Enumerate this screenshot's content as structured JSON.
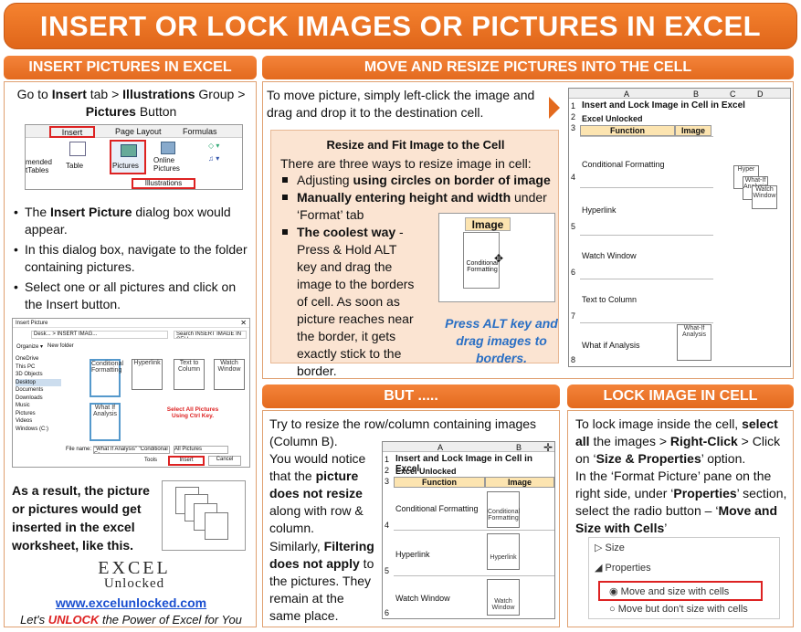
{
  "banner": "INSERT OR LOCK IMAGES OR PICTURES IN EXCEL",
  "s1": {
    "title": "INSERT PICTURES IN EXCEL",
    "intro_a": "Go to ",
    "intro_b": "Insert",
    "intro_c": " tab > ",
    "intro_d": "Illustrations",
    "intro_e": " Group > ",
    "intro_f": "Pictures",
    "intro_g": " Button",
    "ribbon": {
      "tab_insert": "Insert",
      "tab_page": "Page Layout",
      "tab_formulas": "Formulas",
      "btn_rec": "mended\ntTables",
      "btn_table": "Table",
      "btn_pictures": "Pictures",
      "btn_online": "Online\nPictures",
      "group": "Illustrations"
    },
    "b1a": "The ",
    "b1b": "Insert Picture",
    "b1c": " dialog box would appear.",
    "b2": "In this dialog box, navigate to the folder containing pictures.",
    "b3": "Select one or all pictures and click on the Insert button.",
    "dialog": {
      "title": "Insert Picture",
      "path": "Desk... > INSERT IMAG...",
      "search": "Search INSERT IMAGE IN CELL",
      "organize": "Organize ▾",
      "newfolder": "New folder",
      "nav": [
        "OneDrive",
        "This PC",
        "3D Objects",
        "Desktop",
        "Documents",
        "Downloads",
        "Music",
        "Pictures",
        "Videos",
        "Windows (C:)"
      ],
      "files": [
        "Conditional Formatting",
        "Hyperlink",
        "Text to Column",
        "Watch Window",
        "What If Analysis"
      ],
      "note": "Select All Pictures Using Ctrl Key.",
      "fname_label": "File name:",
      "fname": "\"What If Analysis\" \"Conditional Fo",
      "ftype": "All Pictures",
      "tools": "Tools",
      "insert": "Insert",
      "cancel": "Cancel"
    },
    "result": "As a result, the picture or pictures would get inserted in the excel worksheet, like this.",
    "logo1": "EXCEL",
    "logo2": "Unlocked",
    "url": "www.excelunlocked.com",
    "tag_a": "Let's ",
    "tag_b": "UNLOCK",
    "tag_c": " the Power of Excel for You"
  },
  "s2": {
    "title": "MOVE AND RESIZE PICTURES INTO THE CELL",
    "text": "To move picture, simply left-click the image and drag and drop it to the destination cell.",
    "sub_title": "Resize and Fit Image to the Cell",
    "sub_intro": "There are three ways to resize image in cell:",
    "w1a": "Adjusting ",
    "w1b": "using circles on border of image",
    "w2a": "Manually entering height and width",
    "w2b": " under ‘Format’ tab",
    "w3a": "The coolest way",
    "w3b": " - Press & Hold ALT key and drag the image to the borders of cell. As soon as picture reaches near the border, it gets exactly stick to the border.",
    "img_hdr": "Image",
    "img_label": "Conditional Formatting",
    "caption": "Press ALT key and drag images to borders.",
    "sheet": {
      "cols": [
        "A",
        "B",
        "C",
        "D"
      ],
      "title": "Insert and Lock Image in Cell in Excel",
      "sub": "Excel Unlocked",
      "h1": "Function",
      "h2": "Image",
      "rows": [
        "Conditional Formatting",
        "Hyperlink",
        "Watch Window",
        "Text to Column",
        "What if Analysis"
      ],
      "rownums": [
        "1",
        "2",
        "3",
        "4",
        "5",
        "6",
        "7",
        "8"
      ],
      "icons": [
        "Hyper",
        "What-If Analysis",
        "Watch Window",
        "What-If Analysis"
      ]
    }
  },
  "s3": {
    "title": "BUT .....",
    "t1": "Try to resize the row/column containing images (Column B).",
    "t2a": "You would notice that the ",
    "t2b": "picture does not resize",
    "t2c": " along with row & column.",
    "t3a": "Similarly, ",
    "t3b": "Filtering does not apply",
    "t3c": " to the pictures. They remain at the same place.",
    "sheet": {
      "cols": [
        "A",
        "B"
      ],
      "title": "Insert and Lock Image in Cell in Excel",
      "sub": "Excel Unlocked",
      "h1": "Function",
      "h2": "Image",
      "rows": [
        "Conditional Formatting",
        "Hyperlink",
        "Watch Window"
      ],
      "rownums": [
        "1",
        "2",
        "3",
        "4",
        "5",
        "6"
      ],
      "icons": [
        "Conditional Formatting",
        "Hyperlink",
        "Watch Window"
      ]
    }
  },
  "s4": {
    "title": "LOCK IMAGE IN CELL",
    "t1a": "To lock image inside the cell, ",
    "t1b": "select all",
    "t1c": " the images > ",
    "t1d": "Right-Click",
    "t1e": " > Click on ‘",
    "t1f": "Size & Properties",
    "t1g": "’ option.",
    "t2a": "In the ‘Format Picture’ pane on the right side, under ‘",
    "t2b": "Properties",
    "t2c": "’ section, select the radio button – ‘",
    "t2d": "Move and Size with Cells",
    "t2e": "’",
    "pane": {
      "size": "Size",
      "props": "Properties",
      "opt1": "Move and size with cells",
      "opt2": "Move but don't size with cells"
    }
  }
}
